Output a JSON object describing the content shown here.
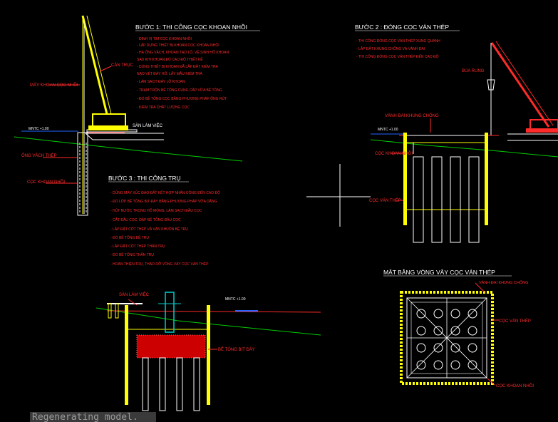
{
  "step1": {
    "title": "BƯỚC 1: THI CÔNG CỌC KHOAN NHỒI",
    "notes": [
      "- ĐỊNH VỊ TIM CỌC KHOAN NHỒI",
      "- LẮP DỰNG THIẾT BỊ KHOAN CỌC KHOAN NHỒI",
      "- HẠ ỐNG VÁCH, KHOAN TẠO LỖ, VỆ SINH HỐ KHOAN",
      "  SAU KHI KHOAN ĐỦ CAO ĐỘ THIẾT KẾ",
      "- DÙNG THIẾT BỊ KHOAN ĐÃ LẮP ĐẶT KIỂM TRA",
      "  NẠO VÉT ĐÁY HỐ, LẤY MẪU KIỂM TRA",
      "- LÀM SẠCH ĐÁY LỖ KHOAN",
      "- TRẠM TRỘN BÊ TÔNG CUNG CẤP VỮA BÊ TÔNG",
      "- ĐỔ BÊ TÔNG CỌC BẰNG PHƯƠNG PHÁP ỐNG RÚT",
      "- KIỂM TRA CHẤT LƯỢNG CỌC"
    ],
    "label_drill": "MÁY KHOAN CỌC NHỒI",
    "label_crane": "CẦN TRỤC",
    "label_level": "MNTC +1.00",
    "label_platform": "SÀN LÀM VIỆC",
    "label_casing": "ỐNG VÁCH THÉP",
    "label_pile": "CỌC KHOAN NHỒI"
  },
  "step2": {
    "title": "BƯỚC 2 : ĐÓNG CỌC VÁN THÉP",
    "notes": [
      "- THI CÔNG ĐÓNG CỌC VÁN THÉP XUNG QUANH",
      "- LẮP ĐẶT KHUNG CHỐNG VÀ VÀNH ĐAI",
      "- THI CÔNG ĐÓNG CỌC VÁN THÉP ĐẾN CAO ĐỘ"
    ],
    "label_hammer": "BÚA RUNG",
    "label_frame": "VÀNH ĐAI KHUNG CHỐNG",
    "label_level": "MNTC +1.00",
    "label_pile": "CỌC KHOAN NHỒI",
    "label_sheet": "CỌC VÁN THÉP"
  },
  "step3": {
    "title": "BƯỚC 3 : THI CÔNG TRỤ",
    "notes": [
      "- DÙNG MÁY XÚC ĐÀO ĐẤT KẾT HỢP NHÂN CÔNG ĐẾN CAO ĐỘ",
      "- ĐỔ LỚP BÊ TÔNG BỊT ĐÁY BẰNG PHƯƠNG PHÁP VỮA DÂNG",
      "- HÚT NƯỚC TRONG HỐ MÓNG, LÀM SẠCH ĐẦU CỌC",
      "- CẮT ĐẦU CỌC, ĐẬP BÊ TÔNG ĐẦU CỌC",
      "- LẮP ĐẶT CỐT THÉP VÀ VÁN KHUÔN BỆ TRỤ",
      "- ĐỔ BÊ TÔNG BỆ TRỤ",
      "- LẮP ĐẶT CỐT THÉP THÂN TRỤ",
      "- ĐỔ BÊ TÔNG THÂN TRỤ",
      "- HOÀN THIỆN TRỤ, THÁO DỠ VÒNG VÂY CỌC VÁN THÉP"
    ],
    "label_platform": "SÀN LÀM VIỆC",
    "label_level": "MNTC +1.00",
    "label_seal": "BÊ TÔNG BỊT ĐÁY"
  },
  "plan": {
    "title": "MẶT BẰNG VÒNG VÂY CỌC VÁN THÉP",
    "label_frame": "VÀNH ĐAI KHUNG CHỐNG",
    "label_sheet": "CỌC VÁN THÉP",
    "label_pile": "CỌC KHOAN NHỒI"
  },
  "status": {
    "text": "Regenerating model."
  },
  "colors": {
    "background": "#000000",
    "title": "#ffffff",
    "notes": "#ff2a2a",
    "crane": "#ffff00",
    "crane2": "#ff2a2a",
    "sheet_pile": "#ffff00",
    "ground": "#00cc00",
    "water": "#2266ff",
    "concrete": "#cc0000"
  }
}
